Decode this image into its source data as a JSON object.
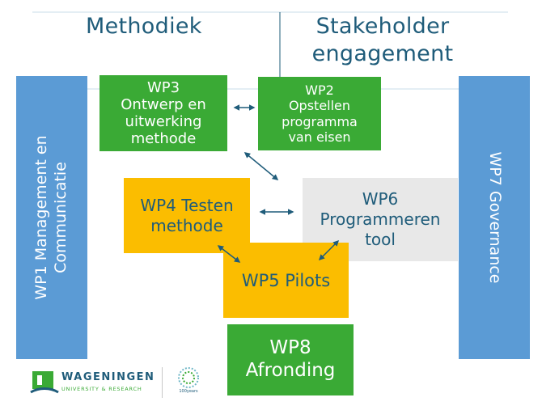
{
  "headers": {
    "left": "Methodiek",
    "right": "Stakeholder\nengagement"
  },
  "boxes": {
    "wp1": "WP1 Management en\nCommunicatie",
    "wp2": "WP2\nOpstellen\nprogramma\nvan eisen",
    "wp3": "WP3\nOntwerp en\nuitwerking\nmethode",
    "wp4": "WP4 Testen\nmethode",
    "wp5": "WP5 Pilots",
    "wp6": "WP6\nProgrammeren\ntool",
    "wp7": "WP7 Governance",
    "wp8": "WP8\nAfronding"
  },
  "footer": {
    "logo_name": "WAGENINGEN",
    "logo_sub": "UNIVERSITY & RESEARCH",
    "anniversary": "100years"
  },
  "colors": {
    "green": "#3aaa35",
    "yellow": "#fbbd00",
    "grey": "#e8e8e8",
    "blue": "#5b9bd5",
    "navy": "#1f5c7a"
  }
}
